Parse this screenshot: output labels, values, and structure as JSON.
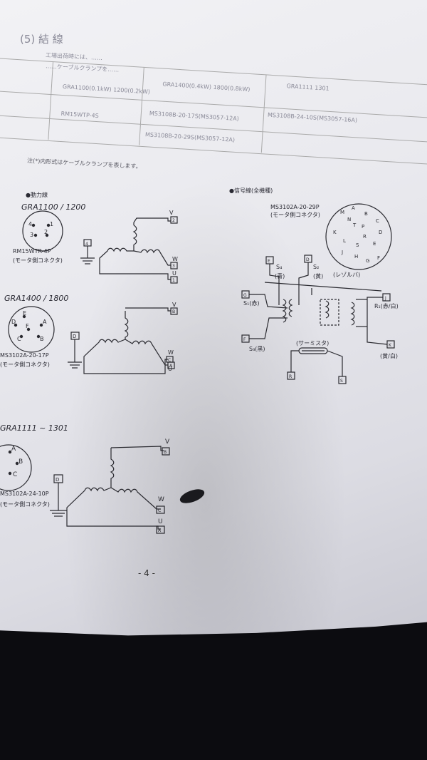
{
  "section_title": "(5) 結 線",
  "intro_lines": [
    "工場出荷時には、……",
    "……ケーブルクランプを……"
  ],
  "table": {
    "row_labels": [
      "",
      "",
      ""
    ],
    "col_models": [
      "GRA1100(0.1kW) 1200(0.2kW)",
      "GRA1400(0.4kW) 1800(0.8kW)",
      "GRA1111 1301"
    ],
    "row_power": [
      "RM15WTP-4S",
      "MS3108B-20-17S(MS3057-12A)",
      "MS3108B-24-10S(MS3057-16A)"
    ],
    "row_signal": [
      "MS3108B-20-29S(MS3057-12A)"
    ]
  },
  "note": "注(*)内形式はケーブルクランプを表します。",
  "power_header": "●動力線",
  "signal_header": "●信号線(全機種)",
  "diagrams": {
    "d1": {
      "model": "GRA1100 / 1200",
      "connector": "RM15WTR-4P",
      "connector_note": "(モータ側コネクタ)",
      "pins": [
        "4",
        "1",
        "3",
        "2"
      ],
      "ground_box": "4",
      "phase_labels": [
        "V",
        "W",
        "U"
      ],
      "boxes": [
        "2",
        "3",
        "1"
      ]
    },
    "d2": {
      "model": "GRA1400 / 1800",
      "connector": "MS3102A-20-17P",
      "connector_note": "(モータ側コネクタ)",
      "pins": [
        "E",
        "D",
        "A",
        "F",
        "C",
        "B"
      ],
      "ground_box": "D",
      "phase_labels": [
        "V",
        "W",
        "U"
      ],
      "boxes": [
        "B",
        "C",
        "A"
      ]
    },
    "d3": {
      "model": "GRA1111 ~ 1301",
      "connector": "MS3102A-24-10P",
      "connector_note": "(モータ側コネクタ)",
      "pins": [
        "A",
        "B",
        "C"
      ],
      "ground_box": "D",
      "phase_labels": [
        "V",
        "W",
        "U"
      ],
      "boxes": [
        "B",
        "C",
        "A"
      ]
    },
    "signal": {
      "connector": "MS3102A-20-29P",
      "connector_note": "(モータ側コネクタ)",
      "pins": [
        "M",
        "A",
        "K",
        "N",
        "B",
        "L",
        "T",
        "C",
        "P",
        "R",
        "D",
        "J",
        "S",
        "E",
        "H",
        "G",
        "F"
      ],
      "boxes": [
        "E",
        "D",
        "G",
        "J",
        "F",
        "K",
        "R",
        "S"
      ],
      "labels": {
        "s4": "S₄",
        "s4_color": "(青)",
        "s2": "S₂",
        "s2_color": "(黄)",
        "resolver": "(レゾルバ)",
        "s1": "S₁(赤)",
        "s3": "S₃(黒)",
        "r1": "R₁(赤/白)",
        "r2": "(黄/白)",
        "thermistor": "(サーミスタ)"
      }
    }
  },
  "page_number": "- 4 -"
}
